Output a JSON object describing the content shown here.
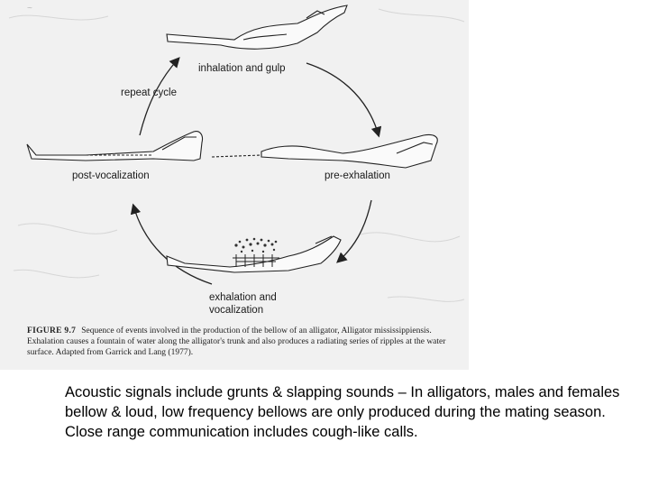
{
  "diagram": {
    "labels": {
      "inhalation": "inhalation and gulp",
      "repeat": "repeat cycle",
      "post": "post-vocalization",
      "pre": "pre-exhalation",
      "exhalation": "exhalation and vocalization"
    },
    "caption": {
      "figure": "FIGURE 9.7",
      "text": "Sequence of events involved in the production of the bellow of an alligator, Alligator mississippiensis. Exhalation causes a fountain of water along the alligator's trunk and also produces a radiating series of ripples at the water surface. Adapted from Garrick and Lang (1977)."
    }
  },
  "body": {
    "paragraph1": "Acoustic signals include grunts & slapping sounds – In alligators, males and females bellow & loud, low frequency bellows are only produced during the mating season.",
    "paragraph2": "Close range communication includes cough-like calls."
  }
}
